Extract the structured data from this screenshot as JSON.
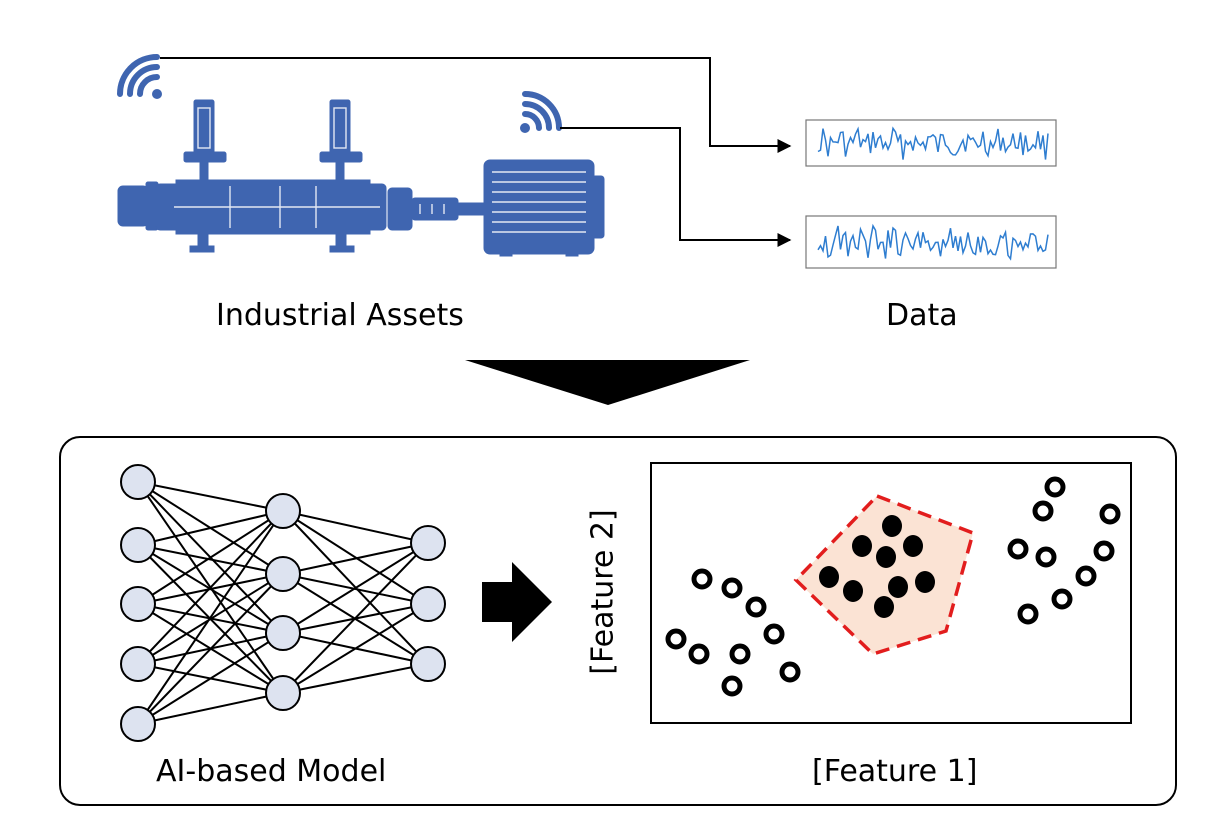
{
  "labels": {
    "industrial_assets": "Industrial Assets",
    "data": "Data",
    "ai_model": "AI-based Model",
    "feature_1": "[Feature 1]",
    "feature_2": "[Feature 2]"
  },
  "colors": {
    "machine_blue": "#3f65b0",
    "signal_blue": "#2e7dd0",
    "node_fill": "#dde3f0",
    "cluster_fill": "#fbe3d4",
    "cluster_border": "#e21d1d",
    "line": "#000000"
  },
  "icons": [
    "wifi-icon",
    "wifi-icon",
    "machine-pump",
    "electric-motor",
    "arrow-down",
    "arrow-right"
  ]
}
